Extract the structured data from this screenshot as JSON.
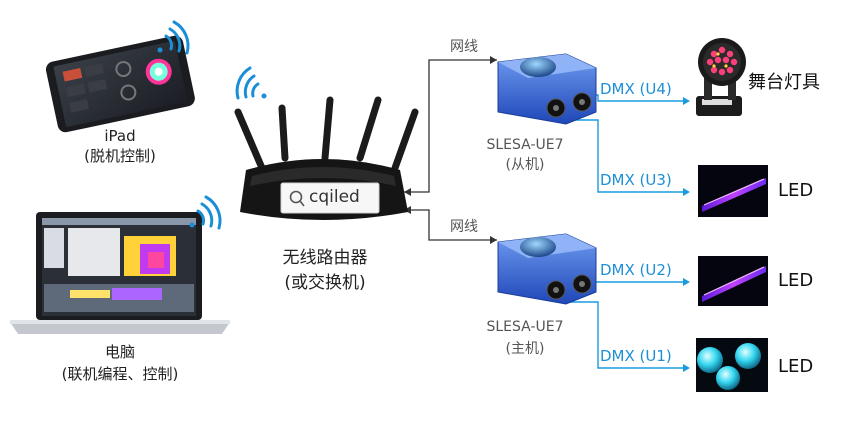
{
  "ipad": {
    "name": "iPad",
    "role": "(脱机控制)"
  },
  "pc": {
    "name": "电脑",
    "role": "(联机编程、控制)"
  },
  "router": {
    "name": "无线路由器",
    "role": "(或交换机)",
    "logo": "cqiled"
  },
  "links": {
    "top": "网线",
    "bottom": "网线"
  },
  "slave": {
    "model": "SLESA-UE7",
    "role": "(从机)"
  },
  "master": {
    "model": "SLESA-UE7",
    "role": "(主机)"
  },
  "dmx": {
    "u4": "DMX (U4)",
    "u3": "DMX (U3)",
    "u2": "DMX (U2)",
    "u1": "DMX (U1)"
  },
  "fixtures": {
    "stage": "舞台灯具",
    "led3": "LED",
    "led2": "LED",
    "led1": "LED"
  },
  "colors": {
    "wifi": "#1a8fd8",
    "dmx_line": "#1a9be0",
    "net_line": "#333333",
    "interface_body": "#2f5fd0"
  }
}
